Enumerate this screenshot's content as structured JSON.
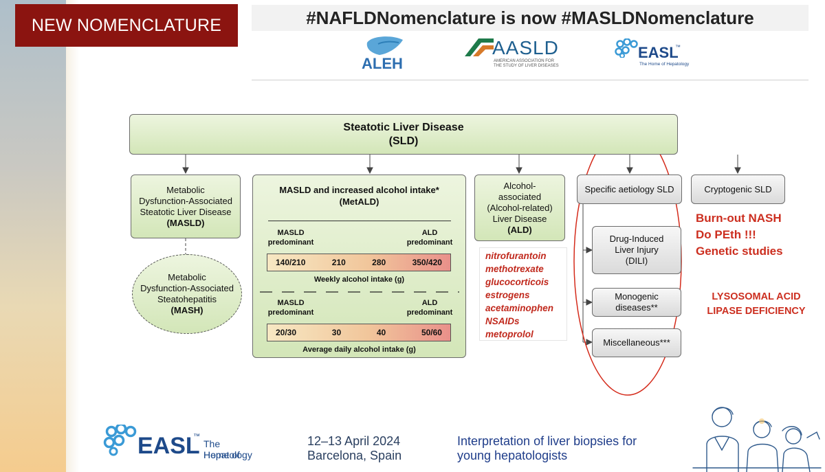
{
  "header": {
    "title": "NEW NOMENCLATURE",
    "hashtag": "#NAFLDNomenclature is now #MASLDNomenclature",
    "logos": {
      "aleh": "ALEH",
      "aasld": "AASLD",
      "aasld_sub1": "AMERICAN ASSOCIATION FOR",
      "aasld_sub2": "THE STUDY OF LIVER DISEASES",
      "easl": "EASL",
      "easl_tm": "™",
      "easl_sub": "The Home of Hepatology"
    }
  },
  "diagram": {
    "top": {
      "line1": "Steatotic Liver Disease",
      "line2": "(SLD)"
    },
    "masld": {
      "line1": "Metabolic",
      "line2": "Dysfunction-Associated",
      "line3": "Steatotic Liver Disease",
      "line4": "(MASLD)"
    },
    "mash": {
      "line1": "Metabolic",
      "line2": "Dysfunction-Associated",
      "line3": "Steatohepatitis",
      "line4": "(MASH)"
    },
    "metald": {
      "title1": "MASLD and increased alcohol intake*",
      "title2": "(MetALD)",
      "left_label1": "MASLD",
      "left_label2": "predominant",
      "right_label1": "ALD",
      "right_label2": "predominant",
      "weekly_values": [
        "140/210",
        "210",
        "280",
        "350/420"
      ],
      "weekly_caption": "Weekly alcohol intake (g)",
      "daily_values": [
        "20/30",
        "30",
        "40",
        "50/60"
      ],
      "daily_caption": "Average daily alcohol intake (g)"
    },
    "ald": {
      "line1": "Alcohol-",
      "line2": "associated",
      "line3": "(Alcohol-related)",
      "line4": "Liver Disease",
      "line5": "(ALD)"
    },
    "specific": {
      "label": "Specific aetiology SLD"
    },
    "dili": {
      "line1": "Drug-Induced",
      "line2": "Liver Injury",
      "line3": "(DILI)"
    },
    "monogenic": {
      "line1": "Monogenic",
      "line2": "diseases**"
    },
    "misc": {
      "label": "Miscellaneous***"
    },
    "cryptogenic": {
      "label": "Cryptogenic SLD"
    }
  },
  "drugs": [
    "nitrofurantoin",
    "methotrexate",
    "glucocorticois",
    "estrogens",
    "acetaminophen",
    "NSAIDs",
    "metoprolol"
  ],
  "notes": {
    "burnout1": "Burn-out NASH",
    "burnout2": "Do PEth !!!",
    "burnout3": "Genetic studies",
    "lysosomal1": "LYSOSOMAL ACID",
    "lysosomal2": "LIPASE DEFICIENCY"
  },
  "footer": {
    "easl": "EASL",
    "easl_tm": "™",
    "easl_sub1": "The Home of",
    "easl_sub2": "Hepatology",
    "date": "12–13 April 2024",
    "place": "Barcelona, Spain",
    "event1": "Interpretation of liver biopsies for",
    "event2": "young hepatologists"
  },
  "colors": {
    "title_bg": "#8b1410",
    "red_text": "#c0281c",
    "green_box": "#d3e6b8",
    "footer_blue": "#1f3d8a"
  }
}
